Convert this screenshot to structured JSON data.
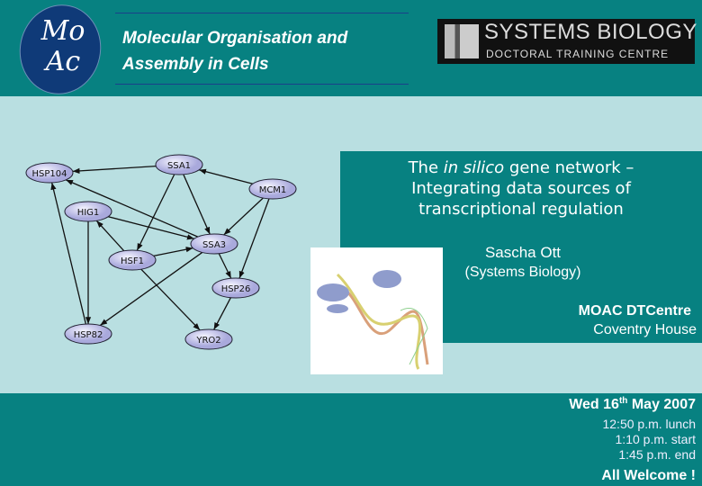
{
  "header": {
    "logo_text": [
      "Mo",
      "Ac"
    ],
    "org_line1": "Molecular Organisation and",
    "org_line2": "Assembly in Cells",
    "sb_title": "SYSTEMS BIOLOGY",
    "sb_subtitle": "DOCTORAL TRAINING CENTRE"
  },
  "network": {
    "nodes": [
      "HSP104",
      "SSA1",
      "MCM1",
      "HIG1",
      "SSA3",
      "HSF1",
      "HSP26",
      "HSP82",
      "YRO2"
    ],
    "edges": [
      [
        "SSA1",
        "HSP104"
      ],
      [
        "MCM1",
        "SSA1"
      ],
      [
        "SSA1",
        "HSF1"
      ],
      [
        "SSA1",
        "SSA3"
      ],
      [
        "SSA3",
        "HSP104"
      ],
      [
        "MCM1",
        "SSA3"
      ],
      [
        "MCM1",
        "HSP26"
      ],
      [
        "HIG1",
        "SSA3"
      ],
      [
        "HIG1",
        "HSP82"
      ],
      [
        "HSF1",
        "HIG1"
      ],
      [
        "HSF1",
        "SSA3"
      ],
      [
        "HSF1",
        "YRO2"
      ],
      [
        "SSA3",
        "HSP26"
      ],
      [
        "SSA3",
        "HSP82"
      ],
      [
        "HSP26",
        "YRO2"
      ],
      [
        "HSP82",
        "HSP104"
      ]
    ]
  },
  "talk": {
    "title_pre": "The ",
    "title_em": "in silico",
    "title_post": " gene network –",
    "title_line2": "Integrating data sources of",
    "title_line3": "transcriptional regulation",
    "speaker": "Sascha Ott",
    "affiliation": "(Systems Biology)",
    "venue": "MOAC DTCentre",
    "room": "Coventry House"
  },
  "footer": {
    "date_day": "Wed 16",
    "date_sup": "th",
    "date_rest": " May 2007",
    "times": [
      "12:50 p.m. lunch",
      "1:10 p.m. start",
      "1:45 p.m. end"
    ],
    "welcome": "All Welcome !"
  },
  "colors": {
    "teal": "#078181",
    "light": "#b9dfe1",
    "navy": "#0f3a78"
  }
}
